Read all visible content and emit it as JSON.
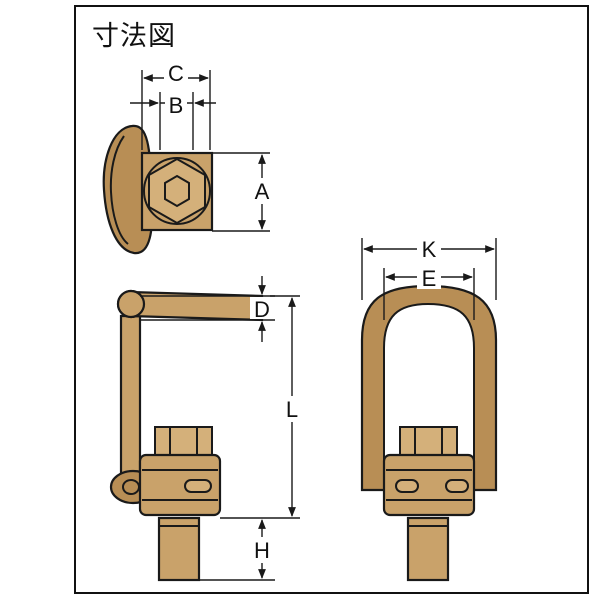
{
  "title": "寸法図",
  "dimensions": {
    "A": "A",
    "B": "B",
    "C": "C",
    "D": "D",
    "E": "E",
    "H": "H",
    "K": "K",
    "L": "L"
  },
  "colors": {
    "metal": "#c9a26a",
    "frame": "#111111"
  }
}
